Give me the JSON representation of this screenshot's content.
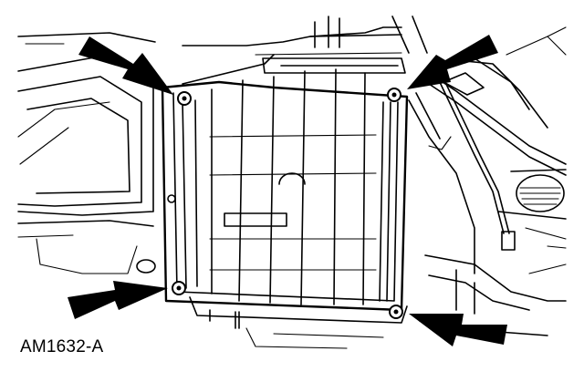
{
  "figure": {
    "id_label": "AM1632-A"
  },
  "diagram": {
    "arrows": [
      {
        "id": "top-left",
        "target": "bolt-top-left"
      },
      {
        "id": "top-right",
        "target": "bolt-top-right"
      },
      {
        "id": "bottom-left",
        "target": "bolt-bottom-left"
      },
      {
        "id": "bottom-right",
        "target": "bolt-bottom-right"
      }
    ],
    "fasteners": [
      "bolt-top-left",
      "bolt-top-right",
      "bolt-bottom-left",
      "bolt-bottom-right"
    ],
    "colors": {
      "ink": "#000000",
      "paper": "#ffffff"
    }
  }
}
